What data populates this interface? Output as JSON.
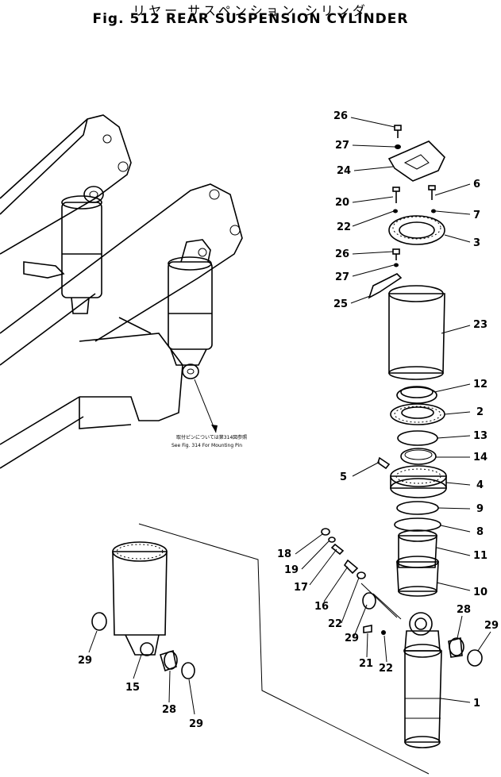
{
  "header": {
    "jp_title": "リヤー サスペンション シリンダ",
    "title": "Fig. 512  REAR SUSPENSION CYLINDER"
  },
  "note": {
    "jp": "取付ピンについては第314図参照",
    "en": "See Fig. 314 For Mounting Pin"
  },
  "callouts": {
    "c26a": "26",
    "c27a": "27",
    "c24": "24",
    "c20": "20",
    "c6": "6",
    "c22a": "22",
    "c7": "7",
    "c3": "3",
    "c26b": "26",
    "c27b": "27",
    "c25": "25",
    "c23": "23",
    "c12": "12",
    "c2": "2",
    "c13": "13",
    "c14": "14",
    "c5": "5",
    "c4": "4",
    "c9": "9",
    "c8": "8",
    "c18": "18",
    "c19": "19",
    "c17": "17",
    "c11": "11",
    "c16": "16",
    "c10": "10",
    "c22b": "22",
    "c29a": "29",
    "c28a": "28",
    "c29b": "29",
    "c21": "21",
    "c22c": "22",
    "c1": "1",
    "c29c": "29",
    "c15": "15",
    "c28b": "28",
    "c29d": "29"
  }
}
